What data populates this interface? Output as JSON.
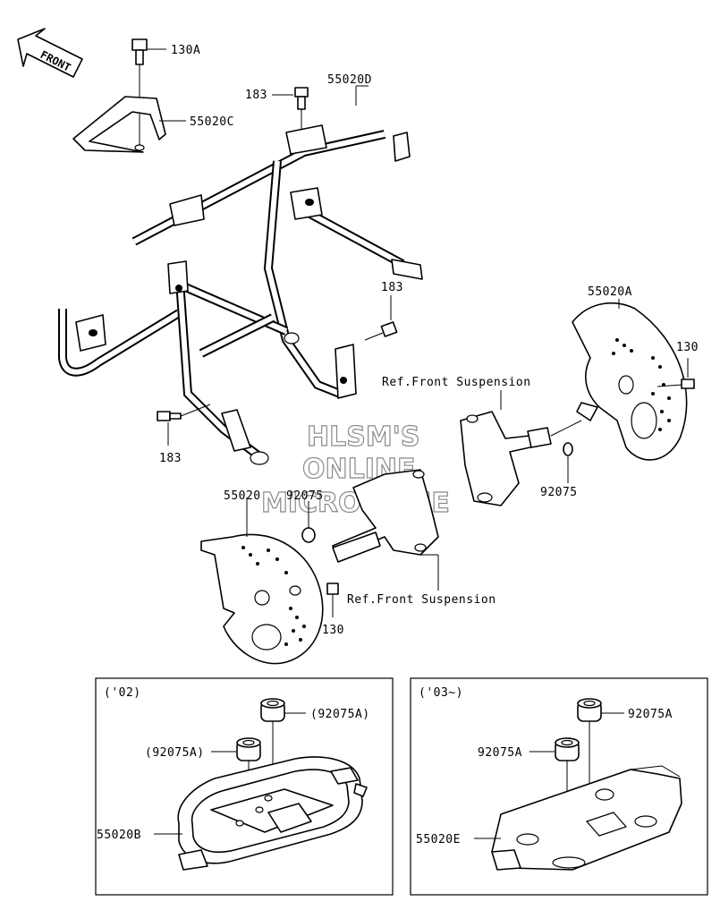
{
  "direction_tag": "FRONT",
  "watermark": [
    "HLSM'S",
    "ONLINE",
    "MICROFICHE"
  ],
  "callouts": {
    "bolt_top": "130A",
    "bumper_guard": "55020D",
    "guard_bracket": "55020C",
    "bolt_183_top": "183",
    "bolt_183_right": "183",
    "bolt_183_left": "183",
    "plate_right": "55020A",
    "bolt_130_right": "130",
    "ref_suspension_top": "Ref.Front Suspension",
    "bushing_right": "92075",
    "plate_left": "55020",
    "bushing_left": "92075",
    "ref_suspension_bottom": "Ref.Front Suspension",
    "bolt_130_left": "130"
  },
  "inset_left": {
    "tag": "('02)",
    "labels": [
      "(92075A)",
      "(92075A)",
      "55020B"
    ]
  },
  "inset_right": {
    "tag": "('03~)",
    "labels": [
      "92075A",
      "92075A",
      "55020E"
    ]
  }
}
